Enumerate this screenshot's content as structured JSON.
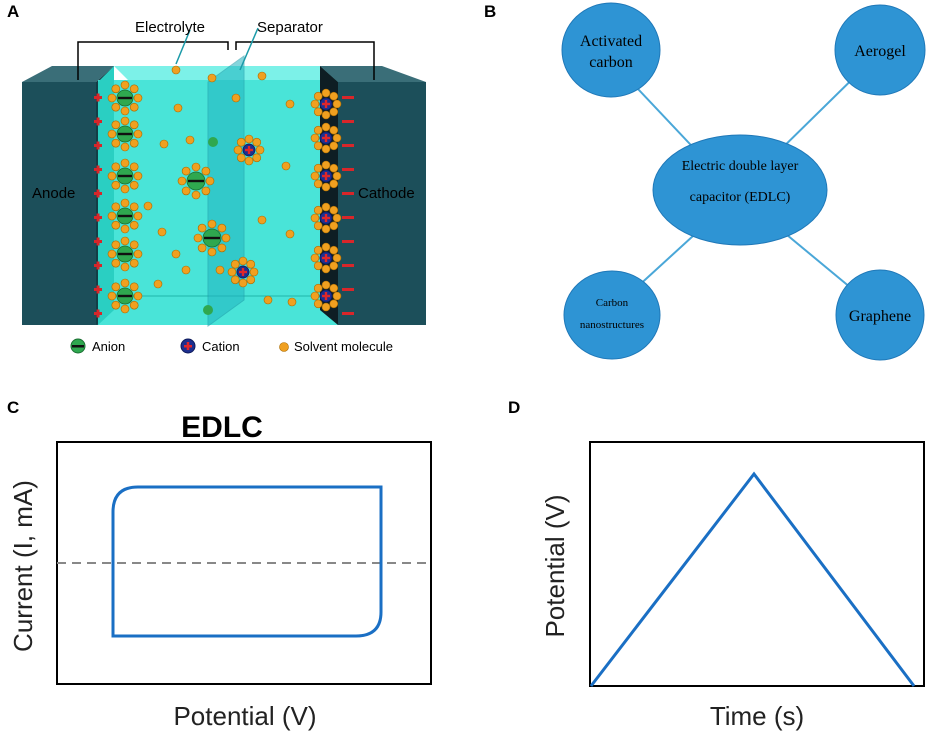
{
  "panels": {
    "a": {
      "letter": "A",
      "electrolyte_label": "Electrolyte",
      "separator_label": "Separator",
      "anode_label": "Anode",
      "cathode_label": "Cathode",
      "legend": {
        "anion": "Anion",
        "cation": "Cation",
        "solvent": "Solvent molecule"
      }
    },
    "b": {
      "letter": "B",
      "center_line1": "Electric double layer",
      "center_line2": "capacitor (EDLC)",
      "nodes": {
        "activated_line1": "Activated",
        "activated_line2": "carbon",
        "aerogel": "Aerogel",
        "carbon_line1": "Carbon",
        "carbon_line2": "nanostructures",
        "graphene": "Graphene"
      }
    },
    "c": {
      "letter": "C",
      "title": "EDLC",
      "xlabel": "Potential (V)",
      "ylabel": "Current (I, mA)"
    },
    "d": {
      "letter": "D",
      "xlabel": "Time (s)",
      "ylabel": "Potential (V)"
    }
  },
  "colors": {
    "electrode": "#1c4f5a",
    "electrolyte": "#3fe3d6",
    "node_fill": "#2e94d4",
    "line_blue": "#1a6fc4",
    "anion": "#2fa84f",
    "cation": "#1d2f8f",
    "solvent": "#f0a020"
  },
  "chart_data": [
    {
      "type": "line",
      "title": "EDLC",
      "xlabel": "Potential (V)",
      "ylabel": "Current (I, mA)",
      "shape": "rectangular cyclic voltammogram",
      "reference_line": "dashed zero-current line",
      "grid": false
    },
    {
      "type": "line",
      "xlabel": "Time (s)",
      "ylabel": "Potential (V)",
      "shape": "triangular charge-discharge profile",
      "grid": false
    }
  ]
}
